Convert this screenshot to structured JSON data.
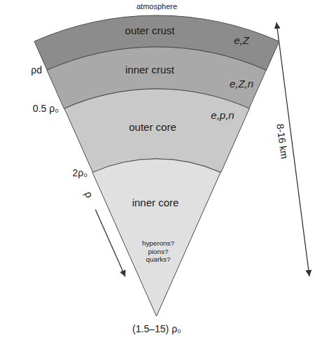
{
  "diagram": {
    "nodes": [
      {
        "text": [
          "outer crust",
          "e,Z"
        ]
      },
      {
        "text": [
          "inner crust",
          "e,Z,n"
        ]
      },
      {
        "text": [
          "outer core",
          "e,p,n"
        ]
      },
      {
        "text": [
          "inner core",
          "hyperons? pions? quarks?"
        ]
      }
    ],
    "labels": [
      "atmosphere",
      "ρd",
      "0.5 ρ₀",
      "8-16 km",
      "2ρ₀",
      "ρ",
      "(1.5–15) ρ₀"
    ]
  }
}
